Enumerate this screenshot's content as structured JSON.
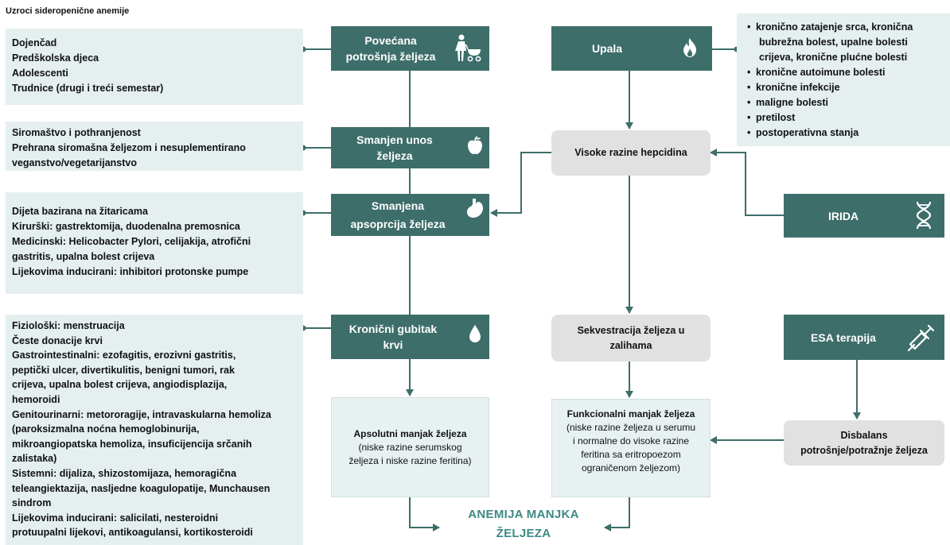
{
  "title": "Uzroci sideropenične anemije",
  "left_boxes": {
    "demand": [
      "Dojenčad",
      "Predškolska djeca",
      "Adolescenti",
      "Trudnice (drugi i treći semestar)"
    ],
    "intake": [
      "Siromaštvo i pothranjenost",
      "Prehrana siromašna željezom i nesuplementirano",
      "veganstvo/vegetarijanstvo"
    ],
    "absorption": [
      "Dijeta bazirana na žitaricama",
      "Kirurški: gastrektomija, duodenalna premosnica",
      "Medicinski: Helicobacter Pylori, celijakija, atrofični",
      "gastritis, upalna bolest crijeva",
      "Lijekovima inducirani: inhibitori protonske pumpe"
    ],
    "loss": [
      "Fiziološki: menstruacija",
      "Česte donacije krvi",
      "Gastrointestinalni: ezofagitis, erozivni gastritis,",
      "peptički ulcer, divertikulitis, benigni tumori, rak",
      "crijeva, upalna bolest crijeva, angiodisplazija,",
      "hemoroidi",
      "Genitourinarni: metororagije, intravaskularna hemoliza",
      "(paroksizmalna noćna hemoglobinurija,",
      "mikroangiopatska hemoliza, insuficijencija srčanih",
      "zalistaka)",
      "Sistemni: dijaliza, shizostomijaza, hemoragična",
      "teleangiektazija, nasljedne koagulopatije, Munchausen",
      "sindrom",
      "Lijekovima inducirani: salicilati, nesteroidni",
      "protuupalni lijekovi, antikoagulansi, kortikosteroidi"
    ]
  },
  "teal_boxes": {
    "demand": [
      "Povećana",
      "potrošnja željeza"
    ],
    "intake": [
      "Smanjen unos",
      "željeza"
    ],
    "absorption": [
      "Smanjena",
      "apsoprcija željeza"
    ],
    "loss": [
      "Kronični gubitak",
      "krvi"
    ],
    "inflammation": "Upala",
    "irida": "IRIDA",
    "esa": "ESA terapija"
  },
  "grey_boxes": {
    "hepcidin": "Visoke razine hepcidina",
    "sequestration": [
      "Sekvestracija željeza u",
      "zalihama"
    ],
    "imbalance": [
      "Disbalans",
      "potrošnje/potražnje željeza"
    ]
  },
  "outcomes": {
    "absolute": {
      "head": "Apsolutni manjak željeza",
      "lines": [
        "(niske razine serumskog",
        "željeza i niske razine feritina)"
      ]
    },
    "functional": {
      "head": "Funkcionalni manjak željeza",
      "lines": [
        "(niske razine željeza u serumu",
        "i normalne do visoke razine",
        "feritina sa eritropoezom",
        "ograničenom željezom)"
      ]
    }
  },
  "inflammation_causes": [
    "kronično zatajenje srca, kronična",
    "bubrežna bolest, upalne bolesti",
    "crijeva, kronične plućne bolesti",
    "kronične autoimune bolesti",
    "kronične infekcije",
    "maligne bolesti",
    "pretilost",
    "postoperativna stanja"
  ],
  "result": [
    "ANEMIJA MANJKA",
    "ŽELJEZA"
  ],
  "icons": {
    "demand": "mother-with-stroller-icon",
    "intake": "apple-icon",
    "absorption": "stomach-icon",
    "loss": "blood-drop-icon",
    "inflammation": "flame-icon",
    "irida": "dna-icon",
    "esa": "syringe-icon"
  },
  "colors": {
    "teal": "#3d6e6a",
    "light_teal": "#e5efef",
    "grey": "#e1e1e1",
    "result_text": "#3d8a84",
    "line": "#3d6e6a"
  }
}
